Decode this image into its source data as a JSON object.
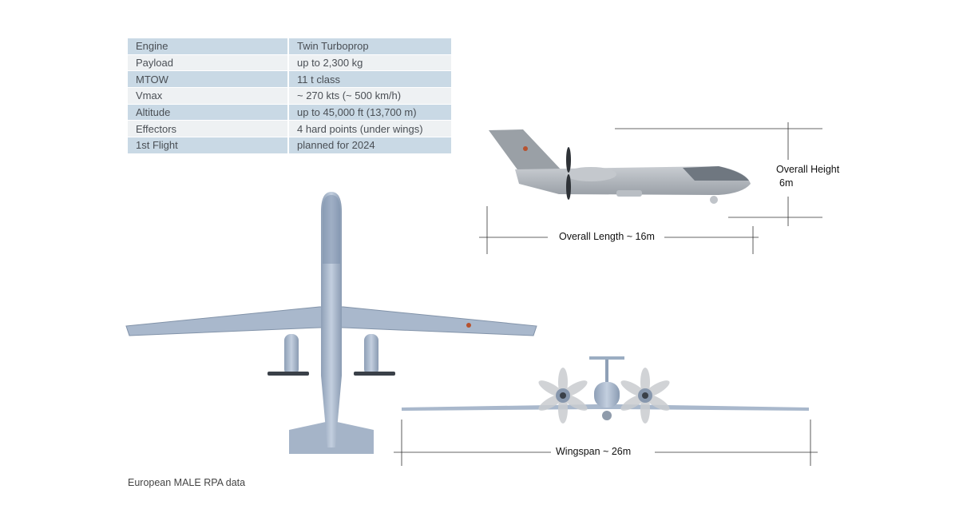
{
  "specs": [
    {
      "label": "Engine",
      "value": "Twin Turboprop"
    },
    {
      "label": "Payload",
      "value": "up to 2,300 kg"
    },
    {
      "label": "MTOW",
      "value": "11 t class"
    },
    {
      "label": "Vmax",
      "value": "~ 270 kts (~ 500 km/h)"
    },
    {
      "label": "Altitude",
      "value": "up to 45,000 ft (13,700 m)"
    },
    {
      "label": "Effectors",
      "value": "4 hard points (under wings)"
    },
    {
      "label": "1st Flight",
      "value": "planned for 2024"
    }
  ],
  "dimensions": {
    "height_label": "Overall Height",
    "height_value": "6m",
    "length": "Overall Length ~ 16m",
    "wingspan": "Wingspan ~ 26m"
  },
  "caption": "European MALE RPA data"
}
